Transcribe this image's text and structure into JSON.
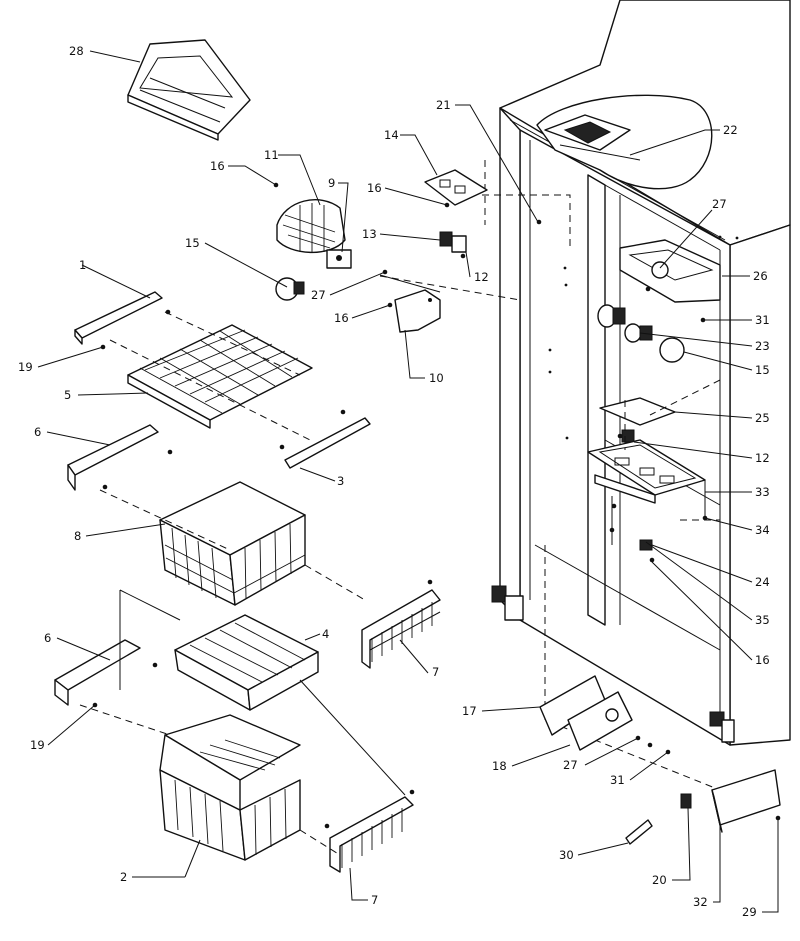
{
  "callouts": [
    {
      "id": "28",
      "text": "28"
    },
    {
      "id": "11",
      "text": "11"
    },
    {
      "id": "16",
      "text": "16"
    },
    {
      "id": "9",
      "text": "9"
    },
    {
      "id": "15",
      "text": "15"
    },
    {
      "id": "27",
      "text": "27"
    },
    {
      "id": "16b",
      "text": "16"
    },
    {
      "id": "10",
      "text": "10"
    },
    {
      "id": "14",
      "text": "14"
    },
    {
      "id": "16c",
      "text": "16"
    },
    {
      "id": "13",
      "text": "13"
    },
    {
      "id": "12",
      "text": "12"
    },
    {
      "id": "21",
      "text": "21"
    },
    {
      "id": "22",
      "text": "22"
    },
    {
      "id": "27b",
      "text": "27"
    },
    {
      "id": "26",
      "text": "26"
    },
    {
      "id": "31",
      "text": "31"
    },
    {
      "id": "23",
      "text": "23"
    },
    {
      "id": "15b",
      "text": "15"
    },
    {
      "id": "25",
      "text": "25"
    },
    {
      "id": "12b",
      "text": "12"
    },
    {
      "id": "33",
      "text": "33"
    },
    {
      "id": "34",
      "text": "34"
    },
    {
      "id": "24",
      "text": "24"
    },
    {
      "id": "35",
      "text": "35"
    },
    {
      "id": "16d",
      "text": "16"
    },
    {
      "id": "1",
      "text": "1"
    },
    {
      "id": "19",
      "text": "19"
    },
    {
      "id": "5",
      "text": "5"
    },
    {
      "id": "6",
      "text": "6"
    },
    {
      "id": "3",
      "text": "3"
    },
    {
      "id": "8",
      "text": "8"
    },
    {
      "id": "7",
      "text": "7"
    },
    {
      "id": "6b",
      "text": "6"
    },
    {
      "id": "4",
      "text": "4"
    },
    {
      "id": "19b",
      "text": "19"
    },
    {
      "id": "2",
      "text": "2"
    },
    {
      "id": "7b",
      "text": "7"
    },
    {
      "id": "17",
      "text": "17"
    },
    {
      "id": "18",
      "text": "18"
    },
    {
      "id": "27c",
      "text": "27"
    },
    {
      "id": "31b",
      "text": "31"
    },
    {
      "id": "30",
      "text": "30"
    },
    {
      "id": "20",
      "text": "20"
    },
    {
      "id": "32",
      "text": "32"
    },
    {
      "id": "29",
      "text": "29"
    }
  ]
}
